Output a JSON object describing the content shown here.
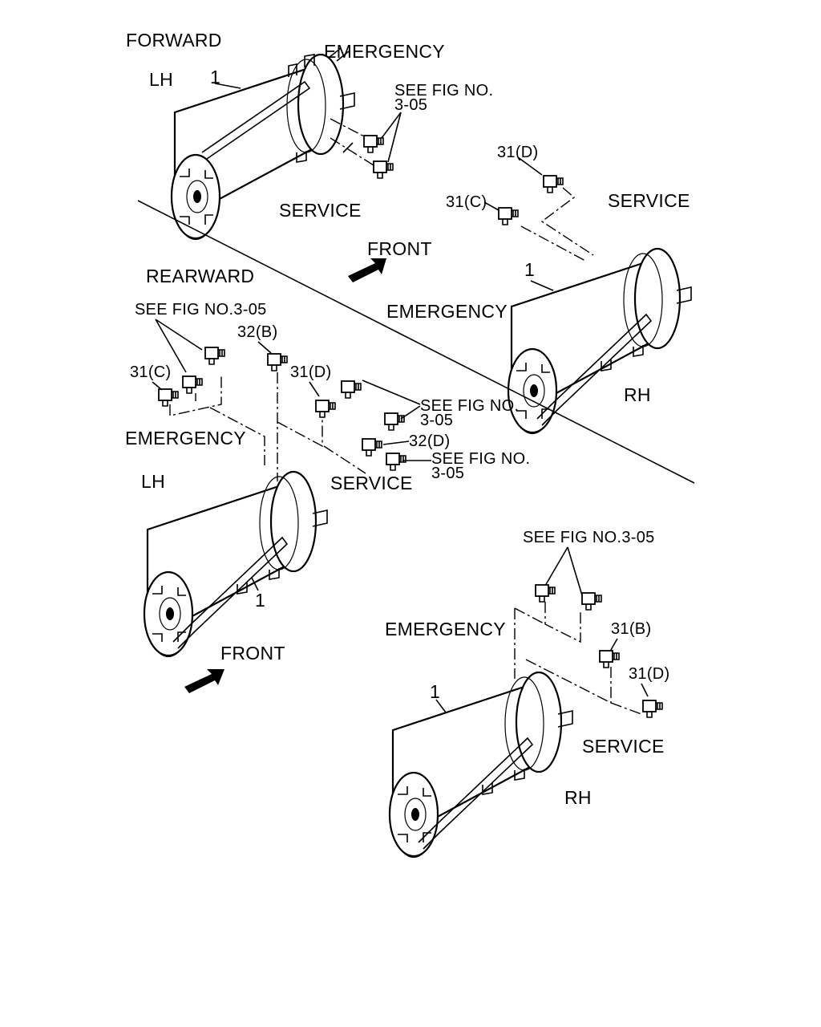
{
  "sections": {
    "forward": "FORWARD",
    "rearward": "REARWARD"
  },
  "sides": {
    "lh": "LH",
    "rh": "RH"
  },
  "ports": {
    "emergency": "EMERGENCY",
    "service": "SERVICE"
  },
  "direction": {
    "front": "FRONT"
  },
  "refs": {
    "see_fig_line1": "SEE FIG NO.",
    "see_fig_line2": "3-05",
    "see_fig_inline": "SEE FIG NO.3-05"
  },
  "callouts": {
    "part_1": "1",
    "part_31b": "31(B)",
    "part_31c": "31(C)",
    "part_31d": "31(D)",
    "part_32b": "32(B)",
    "part_32d": "32(D)"
  },
  "icons": {
    "arrow": "front-arrow-icon"
  }
}
